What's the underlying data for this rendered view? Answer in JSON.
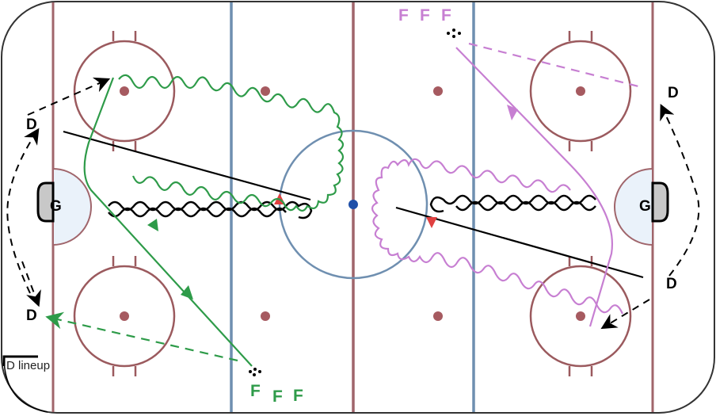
{
  "diagram": {
    "title": "Hockey drill diagram - full ice",
    "colors": {
      "board": "#333333",
      "goal_line": "#a0656b",
      "blue_line": "#6f8fb0",
      "center_line": "#a0656b",
      "faceoff": "#9b5a5e",
      "crease_fill": "#eaf2fa",
      "green_team": "#2e9b49",
      "purple_team": "#c77fd2",
      "center_dot": "#1f4fa8",
      "puck_arrow": "#e04040"
    },
    "labels": {
      "defense_top_left": "D",
      "defense_bottom_left": "D",
      "defense_top_right": "D",
      "defense_bottom_right": "D",
      "goalie_left": "G",
      "goalie_right": "G",
      "forwards_green": [
        "F",
        "F",
        "F"
      ],
      "forwards_purple": [
        "F",
        "F",
        "F"
      ],
      "legend_text": "D lineup"
    }
  }
}
